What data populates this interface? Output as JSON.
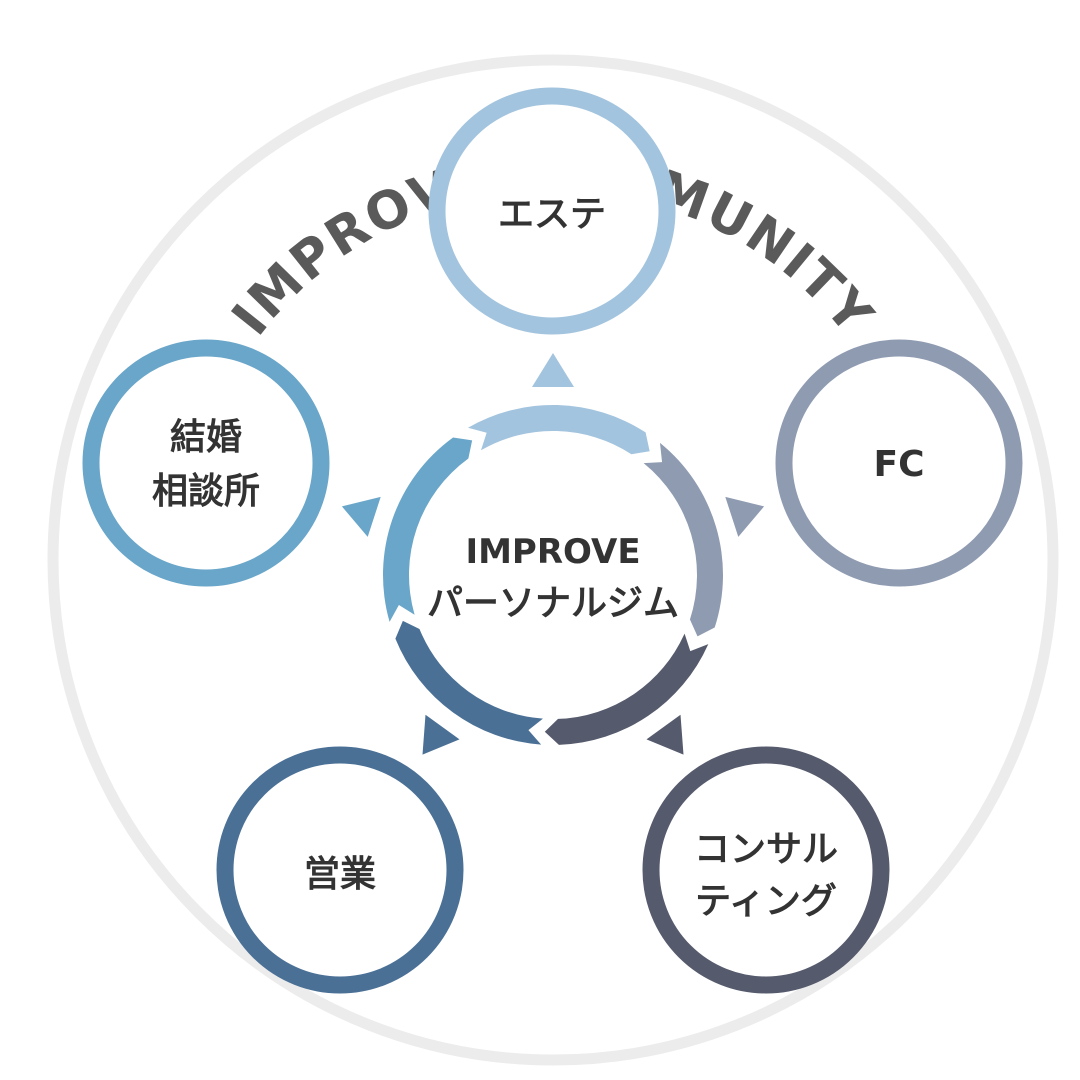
{
  "community_title": "IMPROVE COMMUNITY",
  "center": {
    "line1": "IMPROVE",
    "line2": "パーソナルジム"
  },
  "nodes": {
    "esthe": {
      "label": "エステ",
      "color": "#a3c4de"
    },
    "fc": {
      "label": "FC",
      "color": "#8f9bb1"
    },
    "consulting": {
      "line1": "コンサル",
      "line2": "ティング",
      "color": "#555a6c"
    },
    "sales": {
      "label": "営業",
      "color": "#4a7096"
    },
    "marriage": {
      "line1": "結婚",
      "line2": "相談所",
      "color": "#69a6c9"
    }
  },
  "colors": {
    "outer_ring": "#ececec",
    "text": "#333333",
    "title": "#5a5a5a"
  }
}
